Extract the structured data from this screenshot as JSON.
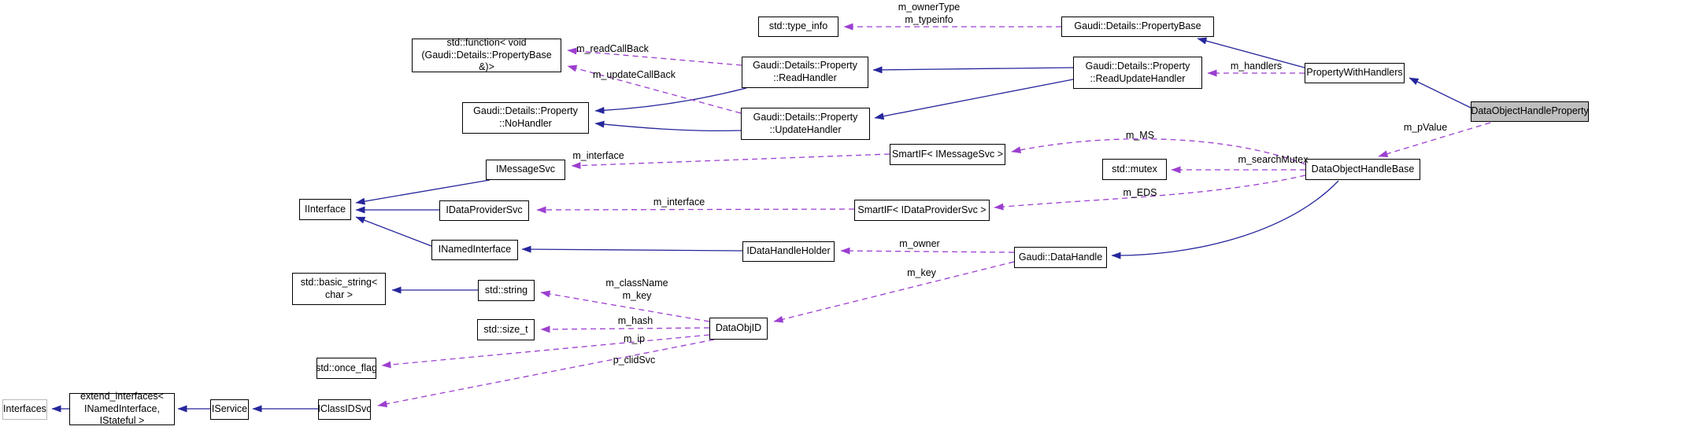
{
  "diagram": {
    "kind": "doxygen-collaboration-graph",
    "focus_class": "DataObjectHandleProperty",
    "colors": {
      "inheritance_edge": "#26269c",
      "usage_edge": "#9c3fd0",
      "node_fill": "#ffffff",
      "focus_node_fill": "#bfbfbf",
      "node_border": "#000000",
      "external_node_border": "#b9b9b9",
      "background": "#ffffff"
    },
    "nodes": [
      {
        "id": "std-type-info",
        "label": "std::type_info"
      },
      {
        "id": "property-base",
        "label": "Gaudi::Details::PropertyBase"
      },
      {
        "id": "std-function",
        "label": "std::function< void\n(Gaudi::Details::PropertyBase &)>"
      },
      {
        "id": "read-handler",
        "label": "Gaudi::Details::Property\n::ReadHandler"
      },
      {
        "id": "read-update-handler",
        "label": "Gaudi::Details::Property\n::ReadUpdateHandler"
      },
      {
        "id": "update-handler",
        "label": "Gaudi::Details::Property\n::UpdateHandler"
      },
      {
        "id": "no-handler",
        "label": "Gaudi::Details::Property\n::NoHandler"
      },
      {
        "id": "property-with-handlers",
        "label": "PropertyWithHandlers"
      },
      {
        "id": "data-object-handle-property",
        "label": "DataObjectHandleProperty"
      },
      {
        "id": "smartif-imessagesvc",
        "label": "SmartIF< IMessageSvc >"
      },
      {
        "id": "std-mutex",
        "label": "std::mutex"
      },
      {
        "id": "data-object-handle-base",
        "label": "DataObjectHandleBase"
      },
      {
        "id": "imessagesvc",
        "label": "IMessageSvc"
      },
      {
        "id": "iinterface",
        "label": "IInterface"
      },
      {
        "id": "idataprovidersvc",
        "label": "IDataProviderSvc"
      },
      {
        "id": "smartif-idataprovidersvc",
        "label": "SmartIF< IDataProviderSvc >"
      },
      {
        "id": "inamedinterface",
        "label": "INamedInterface"
      },
      {
        "id": "idatahandleholder",
        "label": "IDataHandleHolder"
      },
      {
        "id": "gaudi-datahandle",
        "label": "Gaudi::DataHandle"
      },
      {
        "id": "std-basic-string",
        "label": "std::basic_string<\nchar >"
      },
      {
        "id": "std-string",
        "label": "std::string"
      },
      {
        "id": "std-size-t",
        "label": "std::size_t"
      },
      {
        "id": "dataobjid",
        "label": "DataObjID"
      },
      {
        "id": "std-once-flag",
        "label": "std::once_flag"
      },
      {
        "id": "interfaces",
        "label": "Interfaces"
      },
      {
        "id": "extend-interfaces",
        "label": "extend_interfaces<\nINamedInterface, IStateful >"
      },
      {
        "id": "iservice",
        "label": "IService"
      },
      {
        "id": "iclassidsvc",
        "label": "IClassIDSvc"
      }
    ],
    "edge_labels": [
      {
        "text": "m_ownerType\nm_typeinfo"
      },
      {
        "text": "m_readCallBack"
      },
      {
        "text": "m_updateCallBack"
      },
      {
        "text": "m_handlers"
      },
      {
        "text": "m_pValue"
      },
      {
        "text": "m_MS"
      },
      {
        "text": "m_searchMutex"
      },
      {
        "text": "m_EDS"
      },
      {
        "text": "m_interface"
      },
      {
        "text": "m_interface"
      },
      {
        "text": "m_owner"
      },
      {
        "text": "m_key"
      },
      {
        "text": "m_className\nm_key"
      },
      {
        "text": "m_hash"
      },
      {
        "text": "m_ip"
      },
      {
        "text": "p_clidSvc"
      }
    ],
    "edges": [
      {
        "from": "PropertyWithHandlers",
        "to": "Gaudi::Details::PropertyBase",
        "type": "inheritance"
      },
      {
        "from": "DataObjectHandleProperty",
        "to": "PropertyWithHandlers",
        "type": "inheritance"
      },
      {
        "from": "Gaudi::Details::Property::ReadUpdateHandler",
        "to": "Gaudi::Details::Property::ReadHandler",
        "type": "inheritance"
      },
      {
        "from": "Gaudi::Details::Property::ReadUpdateHandler",
        "to": "Gaudi::Details::Property::UpdateHandler",
        "type": "inheritance"
      },
      {
        "from": "Gaudi::Details::Property::ReadHandler",
        "to": "Gaudi::Details::Property::NoHandler",
        "type": "inheritance"
      },
      {
        "from": "Gaudi::Details::Property::UpdateHandler",
        "to": "Gaudi::Details::Property::NoHandler",
        "type": "inheritance"
      },
      {
        "from": "IMessageSvc",
        "to": "IInterface",
        "type": "inheritance"
      },
      {
        "from": "IDataProviderSvc",
        "to": "IInterface",
        "type": "inheritance"
      },
      {
        "from": "INamedInterface",
        "to": "IInterface",
        "type": "inheritance"
      },
      {
        "from": "IDataHandleHolder",
        "to": "INamedInterface",
        "type": "inheritance"
      },
      {
        "from": "DataObjectHandleBase",
        "to": "Gaudi::DataHandle",
        "type": "inheritance"
      },
      {
        "from": "std::string",
        "to": "std::basic_string< char >",
        "type": "inheritance"
      },
      {
        "from": "extend_interfaces< INamedInterface, IStateful >",
        "to": "Interfaces",
        "type": "inheritance"
      },
      {
        "from": "IService",
        "to": "extend_interfaces< INamedInterface, IStateful >",
        "type": "inheritance"
      },
      {
        "from": "IClassIDSvc",
        "to": "IService",
        "type": "inheritance"
      },
      {
        "from": "Gaudi::Details::PropertyBase",
        "to": "std::type_info",
        "type": "usage",
        "label": "m_ownerType\nm_typeinfo"
      },
      {
        "from": "Gaudi::Details::Property::ReadHandler",
        "to": "std::function< void(Gaudi::Details::PropertyBase &)>",
        "type": "usage",
        "label": "m_readCallBack"
      },
      {
        "from": "Gaudi::Details::Property::UpdateHandler",
        "to": "std::function< void(Gaudi::Details::PropertyBase &)>",
        "type": "usage",
        "label": "m_updateCallBack"
      },
      {
        "from": "PropertyWithHandlers",
        "to": "Gaudi::Details::Property::ReadUpdateHandler",
        "type": "usage",
        "label": "m_handlers"
      },
      {
        "from": "DataObjectHandleProperty",
        "to": "DataObjectHandleBase",
        "type": "usage",
        "label": "m_pValue"
      },
      {
        "from": "DataObjectHandleBase",
        "to": "SmartIF< IMessageSvc >",
        "type": "usage",
        "label": "m_MS"
      },
      {
        "from": "DataObjectHandleBase",
        "to": "std::mutex",
        "type": "usage",
        "label": "m_searchMutex"
      },
      {
        "from": "DataObjectHandleBase",
        "to": "SmartIF< IDataProviderSvc >",
        "type": "usage",
        "label": "m_EDS"
      },
      {
        "from": "SmartIF< IMessageSvc >",
        "to": "IMessageSvc",
        "type": "usage",
        "label": "m_interface"
      },
      {
        "from": "SmartIF< IDataProviderSvc >",
        "to": "IDataProviderSvc",
        "type": "usage",
        "label": "m_interface"
      },
      {
        "from": "Gaudi::DataHandle",
        "to": "IDataHandleHolder",
        "type": "usage",
        "label": "m_owner"
      },
      {
        "from": "Gaudi::DataHandle",
        "to": "DataObjID",
        "type": "usage",
        "label": "m_key"
      },
      {
        "from": "DataObjID",
        "to": "std::string",
        "type": "usage",
        "label": "m_className\nm_key"
      },
      {
        "from": "DataObjID",
        "to": "std::size_t",
        "type": "usage",
        "label": "m_hash"
      },
      {
        "from": "DataObjID",
        "to": "std::once_flag",
        "type": "usage",
        "label": "m_ip"
      },
      {
        "from": "DataObjID",
        "to": "IClassIDSvc",
        "type": "usage",
        "label": "p_clidSvc"
      }
    ]
  }
}
